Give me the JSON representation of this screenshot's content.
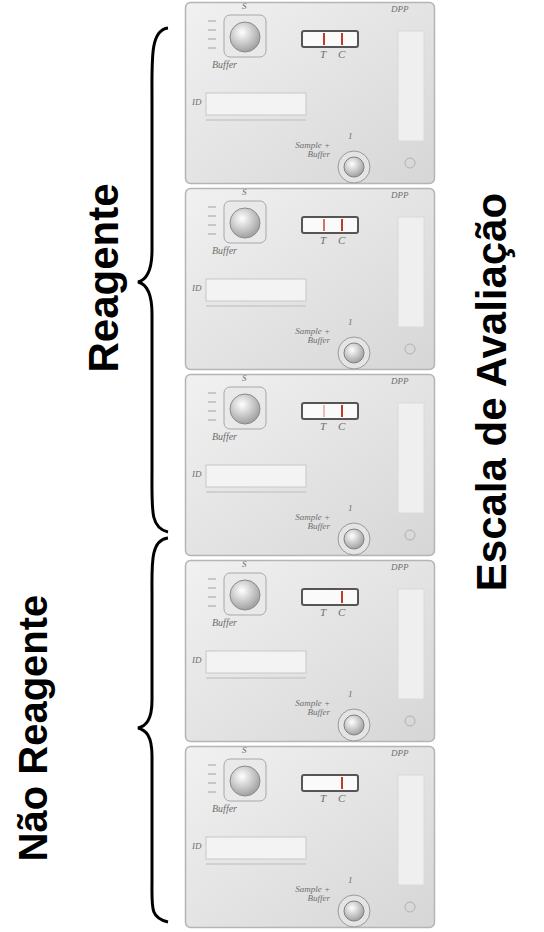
{
  "diagram": {
    "title": "Escala de Avaliação",
    "nodes": [
      {
        "text": [
          "S",
          "Buffer",
          "T",
          "C",
          "ID",
          "1",
          "Sample + Buffer",
          "DPP"
        ]
      },
      {
        "text": [
          "S",
          "Buffer",
          "T",
          "C",
          "ID",
          "1",
          "Sample + Buffer",
          "DPP"
        ]
      },
      {
        "text": [
          "S",
          "Buffer",
          "T",
          "C",
          "ID",
          "1",
          "Sample + Buffer",
          "DPP"
        ]
      },
      {
        "text": [
          "S",
          "Buffer",
          "T",
          "C",
          "ID",
          "1",
          "Sample + Buffer",
          "DPP"
        ]
      },
      {
        "text": [
          "S",
          "Buffer",
          "T",
          "C",
          "ID",
          "1",
          "Sample + Buffer",
          "DPP"
        ]
      }
    ],
    "labels": [
      "Reagente",
      "Não Reagente"
    ]
  }
}
